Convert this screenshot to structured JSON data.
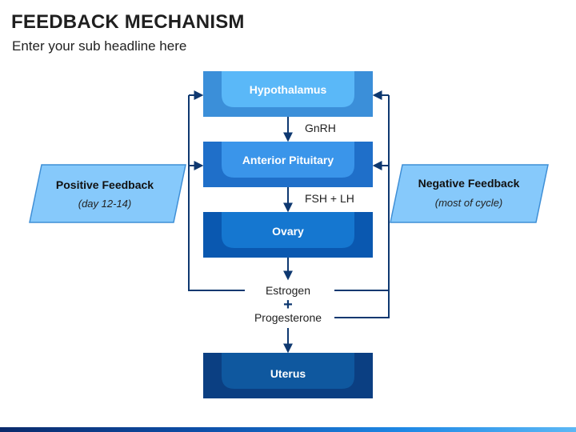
{
  "header": {
    "title": "FEEDBACK MECHANISM",
    "subtitle": "Enter your sub headline here"
  },
  "boxes": [
    {
      "key": "hypothalamus",
      "label": "Hypothalamus",
      "outer": "#3b8fd9",
      "inner": "#5ab8f8"
    },
    {
      "key": "anterior-pituitary",
      "label": "Anterior Pituitary",
      "outer": "#1f6fc9",
      "inner": "#3a95ea"
    },
    {
      "key": "ovary",
      "label": "Ovary",
      "outer": "#0a58b0",
      "inner": "#1577d0"
    },
    {
      "key": "uterus",
      "label": "Uterus",
      "outer": "#0b3f82",
      "inner": "#0f589f"
    }
  ],
  "flow": {
    "gnrh": "GnRH",
    "fsh_lh": "FSH + LH",
    "estrogen": "Estrogen",
    "plus": "+",
    "progesterone": "Progesterone"
  },
  "feedback": {
    "positive": {
      "title": "Positive Feedback",
      "subtitle": "(day 12-14)",
      "fill": "#86c9fb",
      "stroke": "#3f8fd6"
    },
    "negative": {
      "title": "Negative Feedback",
      "subtitle": "(most of cycle)",
      "fill": "#86c9fb",
      "stroke": "#3f8fd6"
    }
  },
  "colors": {
    "line": "#0e3870",
    "plus": "#0e3870"
  }
}
